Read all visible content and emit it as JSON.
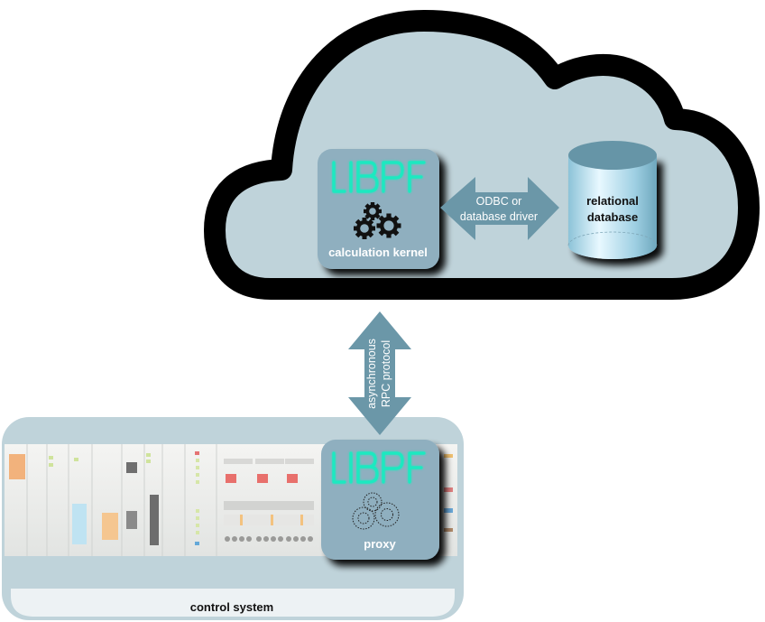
{
  "colors": {
    "cloud_fill": "#bfd3da",
    "cloud_outline": "#000000",
    "box_fill": "#8fafbf",
    "arrow_fill": "#6b97a8",
    "logo_green": "#1de9c0",
    "control_panel_fill": "#bfd3da",
    "control_footer_fill": "#edf2f4",
    "db_top": "#6695a7",
    "db_body_light": "#e6f7ff",
    "db_body_dark": "#7fb6cc"
  },
  "cloud": {
    "kernel": {
      "logo": "LIBPF",
      "icon": "gears-icon",
      "label": "calculation kernel"
    },
    "connector": {
      "line1": "ODBC or",
      "line2": "database driver"
    },
    "database": {
      "icon": "database-cylinder-icon",
      "line1": "relational",
      "line2": "database"
    }
  },
  "rpc_arrow": {
    "line1": "asynchronous",
    "line2": "RPC protocol"
  },
  "control_system": {
    "label": "control system",
    "image": "plc-hardware-rack",
    "proxy": {
      "logo": "LIBPF",
      "icon": "dotted-gears-icon",
      "label": "proxy"
    }
  }
}
